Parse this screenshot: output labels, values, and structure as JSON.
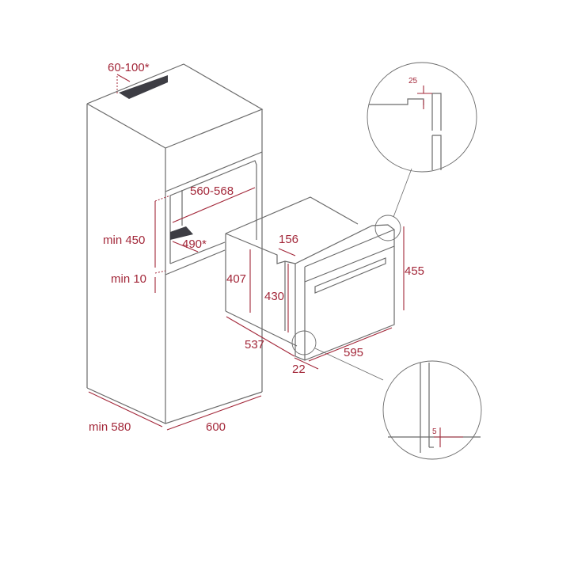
{
  "colors": {
    "dimension": "#a3283a",
    "outline": "#6b6b6b",
    "vent": "#3d3d44"
  },
  "dimensions": {
    "top_vent": "60-100*",
    "niche_width": "560-568",
    "niche_height": "min 450",
    "vent_depth": "490*",
    "gap_bottom": "min 10",
    "cabinet_depth": "min 580",
    "cabinet_width": "600",
    "oven_body_height": "407",
    "oven_step": "156",
    "oven_side_height": "430",
    "oven_front_height": "455",
    "oven_depth": "537",
    "oven_width": "595",
    "front_offset": "22",
    "detail_top": "25",
    "detail_bottom": "5"
  }
}
